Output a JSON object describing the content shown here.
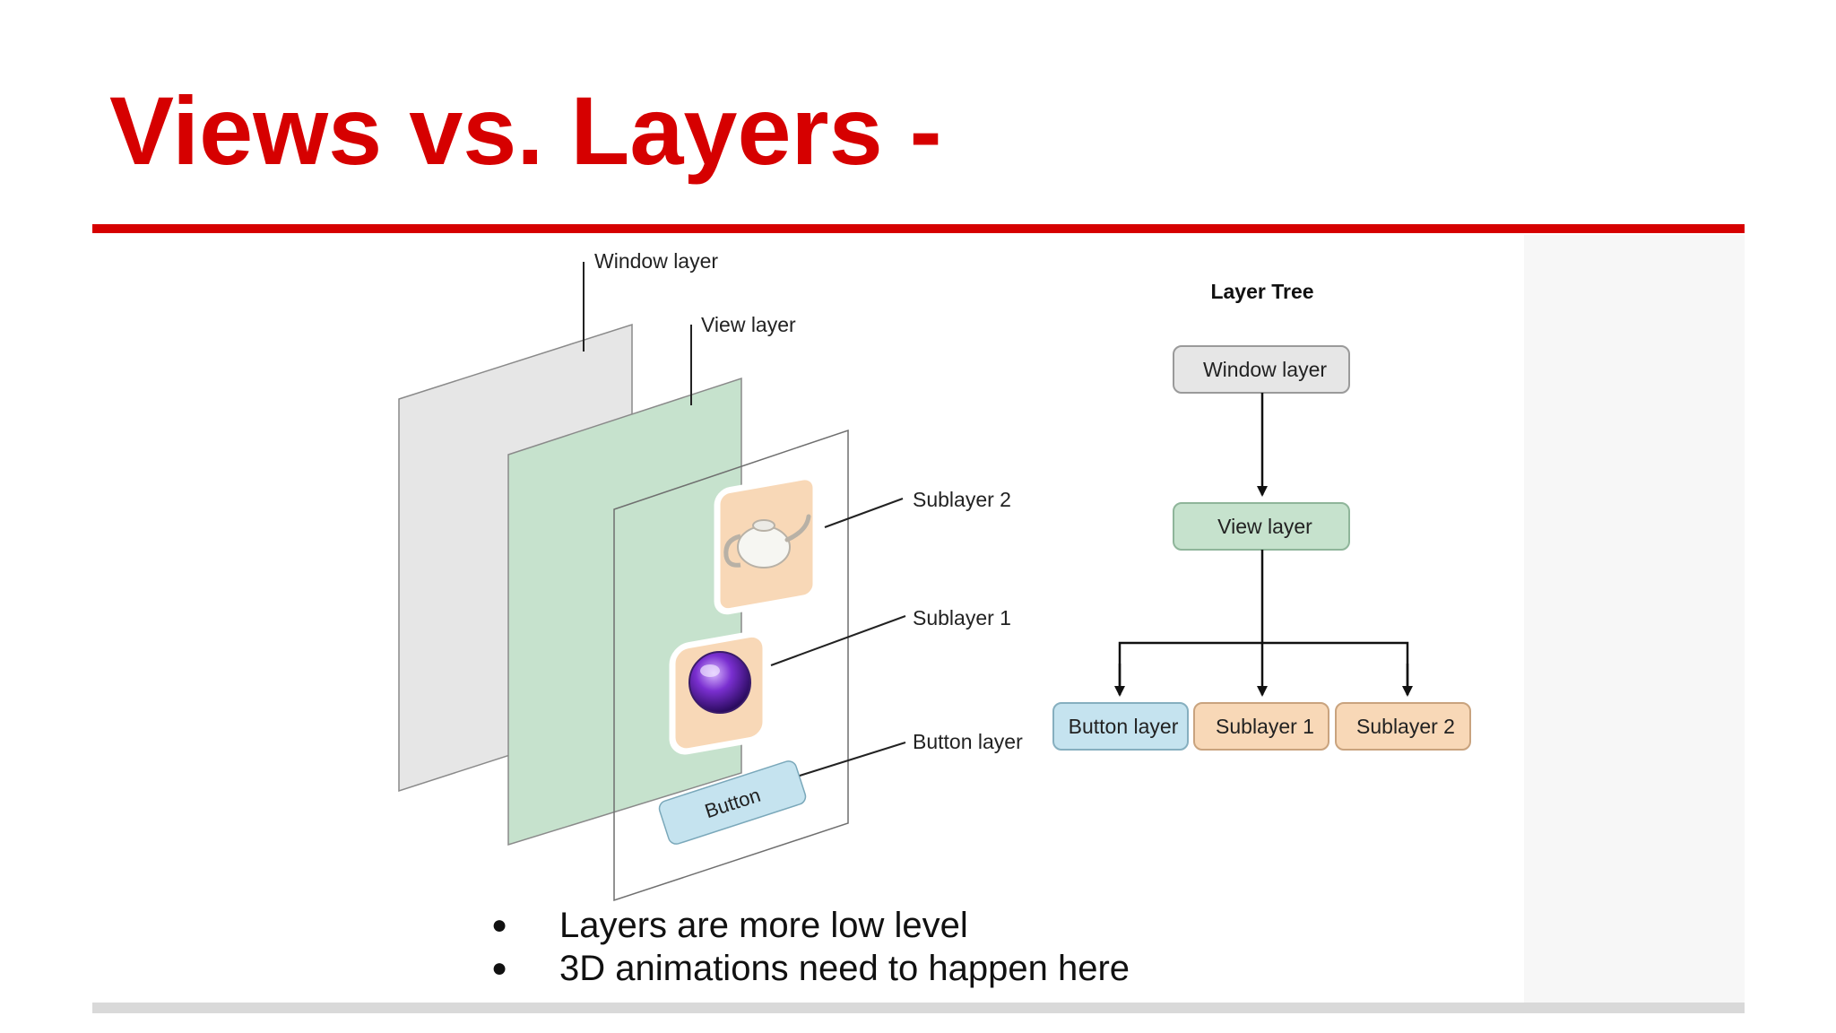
{
  "title": "Views vs. Layers -",
  "colors": {
    "title": "#d60000",
    "window_layer_fill": "#e6e6e6",
    "view_layer_fill": "#c6e2cd",
    "button_fill": "#c5e3ef",
    "sublayer_fill": "#f8d8b7",
    "footer_rule": "#d9d9d9"
  },
  "diagram": {
    "callouts": {
      "window_layer": "Window layer",
      "view_layer": "View layer",
      "sublayer_2": "Sublayer 2",
      "sublayer_1": "Sublayer 1",
      "button_layer": "Button layer"
    },
    "button_text": "Button",
    "sublayer_2_icon": "teapot-icon",
    "sublayer_1_icon": "purple-sphere-icon"
  },
  "layer_tree": {
    "heading": "Layer Tree",
    "root": "Window layer",
    "view": "View layer",
    "children": [
      "Button layer",
      "Sublayer 1",
      "Sublayer 2"
    ]
  },
  "bullets": [
    "Layers are more low level",
    "3D animations need to happen here"
  ]
}
